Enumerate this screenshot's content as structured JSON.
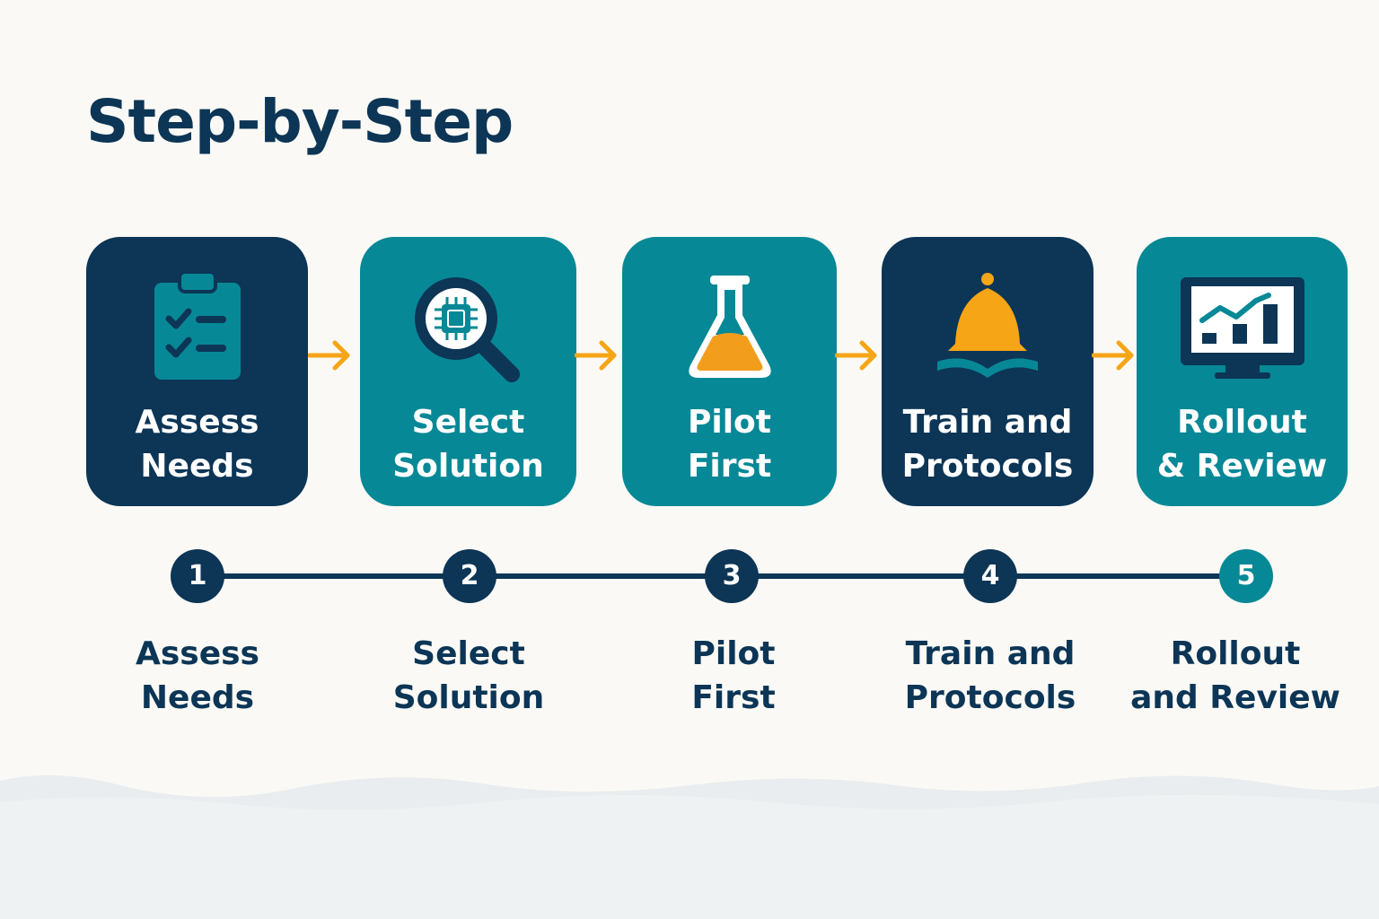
{
  "title": "Step-by-Step",
  "colors": {
    "navy": "#0c3556",
    "teal": "#078896",
    "amber": "#f5a516",
    "background": "#faf9f5",
    "wave": "#e7ecee"
  },
  "cards": [
    {
      "line1": "Assess",
      "line2": "Needs",
      "icon": "clipboard-checklist-icon",
      "color": "#0c3556"
    },
    {
      "line1": "Select",
      "line2": "Solution",
      "icon": "magnifier-chip-icon",
      "color": "#078896"
    },
    {
      "line1": "Pilot",
      "line2": "First",
      "icon": "flask-icon",
      "color": "#078896"
    },
    {
      "line1": "Train and",
      "line2": "Protocols",
      "icon": "bell-book-icon",
      "color": "#0c3556"
    },
    {
      "line1": "Rollout",
      "line2": "& Review",
      "icon": "monitor-chart-icon",
      "color": "#078896"
    }
  ],
  "steps": [
    {
      "num": "1",
      "line1": "Assess",
      "line2": "Needs",
      "color": "#0c3556"
    },
    {
      "num": "2",
      "line1": "Select",
      "line2": "Solution",
      "color": "#0c3556"
    },
    {
      "num": "3",
      "line1": "Pilot",
      "line2": "First",
      "color": "#0c3556"
    },
    {
      "num": "4",
      "line1": "Train and",
      "line2": "Protocols",
      "color": "#0c3556"
    },
    {
      "num": "5",
      "line1": "Rollout",
      "line2": "and Review",
      "color": "#078896"
    }
  ]
}
